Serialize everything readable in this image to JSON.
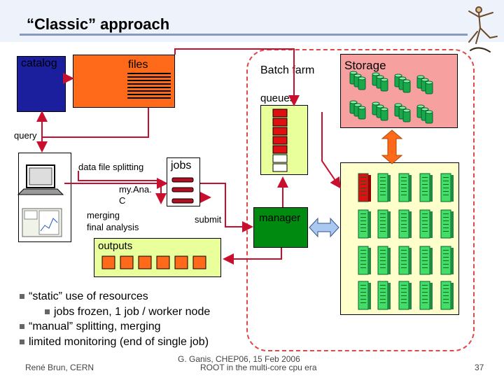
{
  "slide": {
    "title": "“Classic” approach",
    "page_number": "37"
  },
  "labels": {
    "catalog": "catalog",
    "files": "files",
    "batch_farm": "Batch farm",
    "storage": "Storage",
    "queues": "queues",
    "query": "query",
    "data_file_splitting": "data file splitting",
    "jobs": "jobs",
    "myana_line1": "my.Ana.",
    "myana_line2": "C",
    "merging_line1": "merging",
    "merging_line2": "final analysis",
    "submit": "submit",
    "manager": "manager",
    "outputs": "outputs"
  },
  "bullets": [
    "“static” use of resources",
    "jobs frozen, 1 job / worker node",
    "“manual” splitting, merging",
    "limited monitoring (end of single job)"
  ],
  "footer": {
    "author": "René Brun, CERN",
    "talk_line1": "G. Ganis, CHEP06, 15 Feb 2006",
    "talk_line2": "ROOT in the multi-core cpu era"
  },
  "colors": {
    "catalog": "#1b1f9e",
    "files": "#ff6a1a",
    "storage": "#f6a0a0",
    "worker_panel": "#ffffcc",
    "queue_box": "#e8ff9c",
    "outputs_box": "#e8ff9c",
    "manager": "#008a10",
    "arrow_red": "#c8102e",
    "arrow_orange": "#ff6a1a",
    "worker_green": "#44dd66",
    "busy_red": "#e01010"
  }
}
